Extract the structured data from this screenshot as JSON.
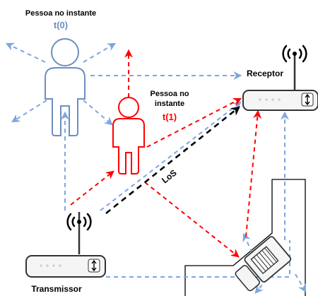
{
  "person_t0": {
    "caption": "Pessoa no instante",
    "time_label": "t(0)",
    "color": "#6c8ebf"
  },
  "person_t1": {
    "caption_line1": "Pessoa no",
    "caption_line2": "instante",
    "time_label": "t(1)",
    "color": "#ff0000"
  },
  "receiver": {
    "label": "Receptor"
  },
  "transmitter": {
    "label": "Transmissor"
  },
  "los": {
    "label": "LoS"
  },
  "colors": {
    "path_blue": "#7ea6e0",
    "path_red": "#ff0000",
    "los": "#000000",
    "device_fill": "#f5f5f5",
    "device_stroke": "#333333"
  }
}
